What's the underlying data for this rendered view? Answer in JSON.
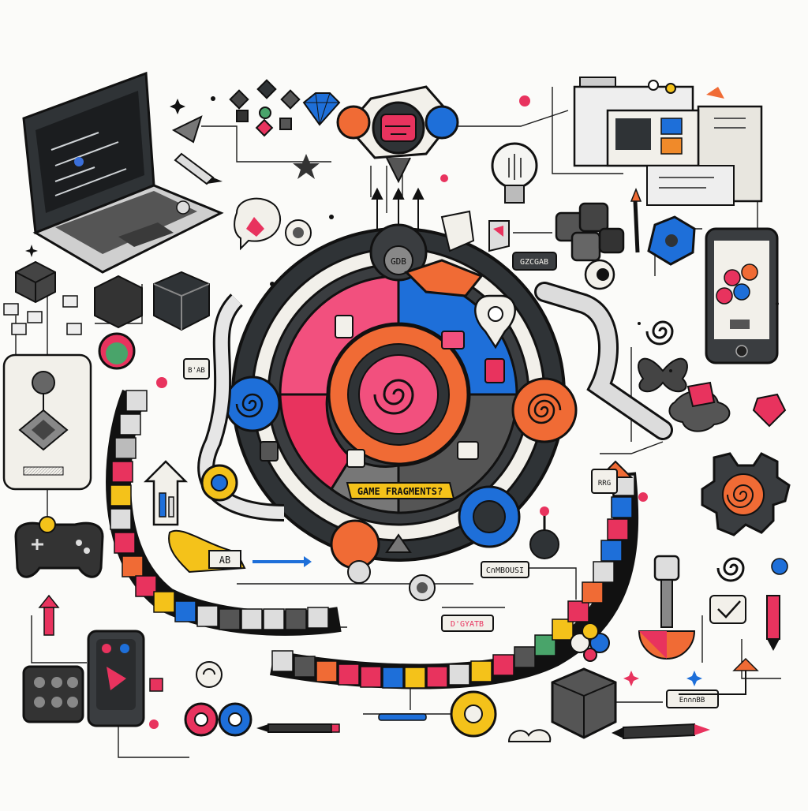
{
  "labels": {
    "banner": "GAME FRAGMENTS?",
    "mid_tag": "C∩MBOUSI",
    "low_tag": "D'GYATB",
    "hub_tag": "GDB",
    "mini_tag": "GZCGAB",
    "card_tag": "E∩∩∩BB",
    "track_tag": "AB",
    "board_tag": "B'AB",
    "corner_tag": "RRG"
  },
  "colors": {
    "ink": "#1b1b1b",
    "red": "#e8335e",
    "pink": "#f2507e",
    "blue": "#1e6fd9",
    "orange": "#f06b35",
    "yellow": "#f4c21a",
    "green": "#49a46a",
    "gray": "#9b9b9b",
    "dark": "#2f3336",
    "paper": "#f2f0ea"
  },
  "icons": [
    "laptop-icon",
    "game-board-icon",
    "spiral-icon",
    "gear-icon",
    "controller-icon",
    "remote-icon",
    "smartphone-icon",
    "lightbulb-icon",
    "gem-icon",
    "pencil-icon",
    "cube-icon",
    "arrow-icon",
    "cloud-icon",
    "butterfly-icon",
    "window-icon"
  ]
}
